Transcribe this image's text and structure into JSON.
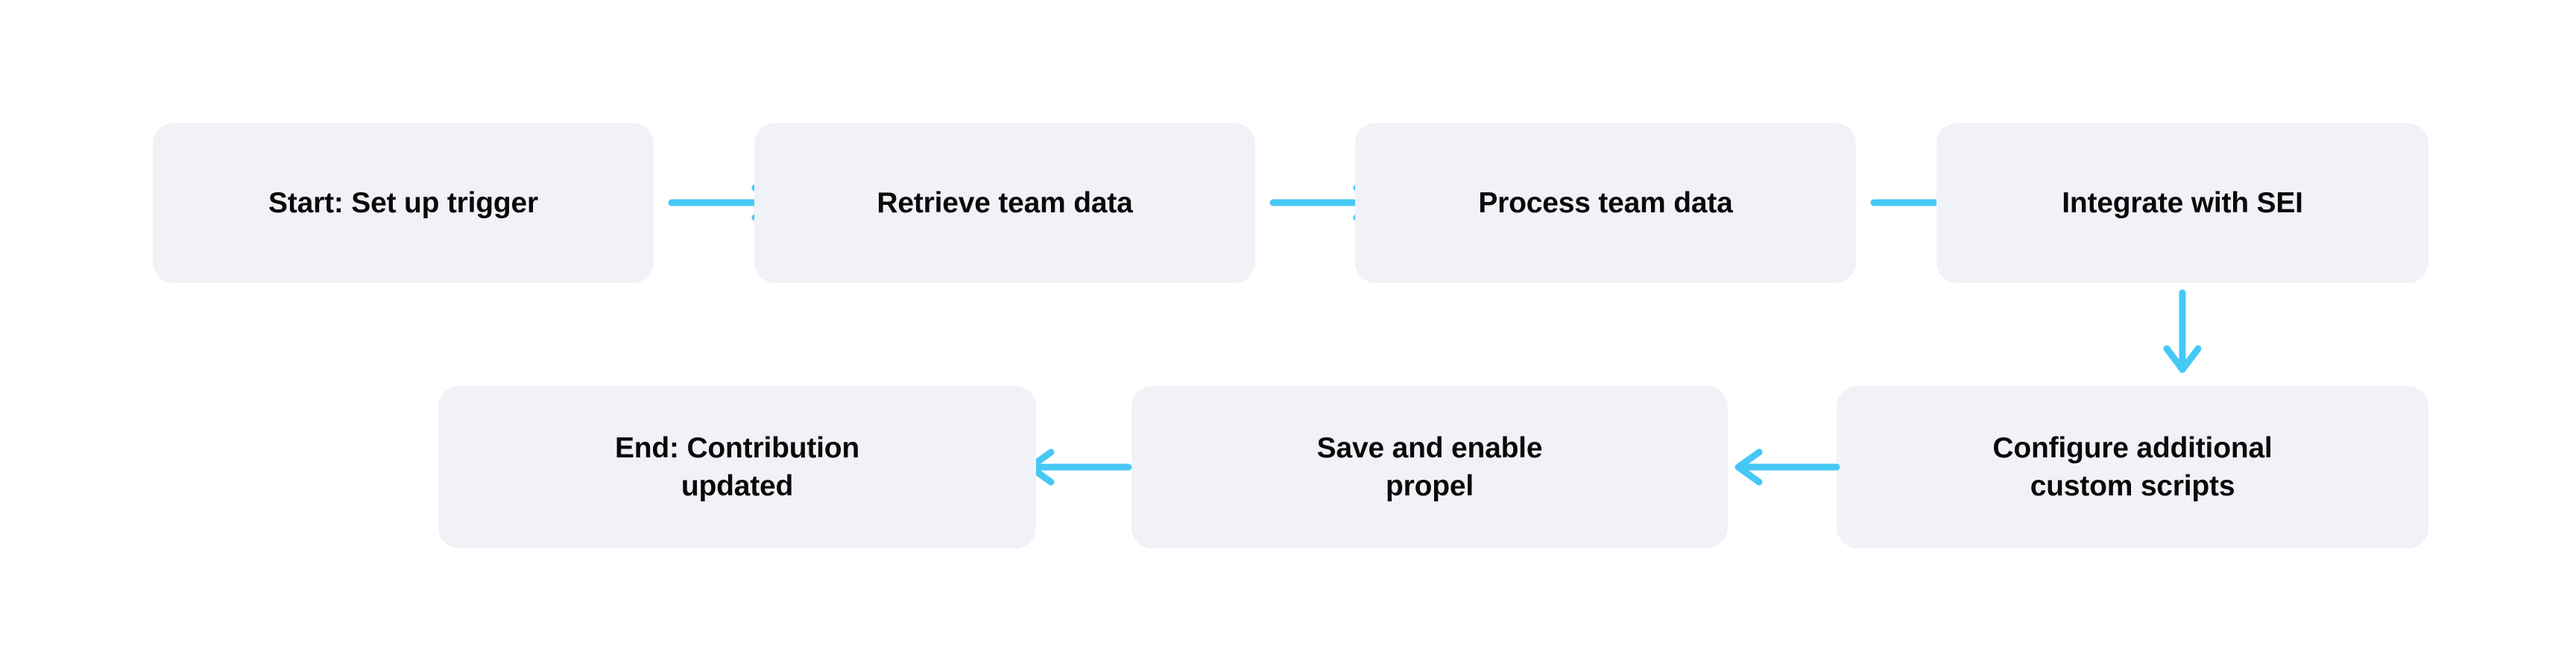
{
  "diagram": {
    "type": "flowchart",
    "title": "",
    "background_color": "#FFFFFF",
    "node_fill_color": "#F1F2F7",
    "node_text_color": "#0A0A0A",
    "arrow_color": "#46C8F5",
    "nodes": [
      {
        "id": "n1",
        "label": "Start: Set up trigger",
        "row": "top",
        "order": 1
      },
      {
        "id": "n2",
        "label": "Retrieve team data",
        "row": "top",
        "order": 2
      },
      {
        "id": "n3",
        "label": "Process team data",
        "row": "top",
        "order": 3
      },
      {
        "id": "n4",
        "label": "Integrate with SEI",
        "row": "top",
        "order": 4
      },
      {
        "id": "n5",
        "label": "Configure additional\ncustom scripts",
        "row": "bottom",
        "order": 5
      },
      {
        "id": "n6",
        "label": "Save and enable\npropel",
        "row": "bottom",
        "order": 6
      },
      {
        "id": "n7",
        "label": "End: Contribution\nupdated",
        "row": "bottom",
        "order": 7
      }
    ],
    "edges": [
      {
        "id": "e1",
        "from": "n1",
        "to": "n2",
        "direction": "right"
      },
      {
        "id": "e2",
        "from": "n2",
        "to": "n3",
        "direction": "right"
      },
      {
        "id": "e3",
        "from": "n3",
        "to": "n4",
        "direction": "right"
      },
      {
        "id": "e4",
        "from": "n4",
        "to": "n5",
        "direction": "down"
      },
      {
        "id": "e5",
        "from": "n5",
        "to": "n6",
        "direction": "left"
      },
      {
        "id": "e6",
        "from": "n6",
        "to": "n7",
        "direction": "left"
      }
    ]
  }
}
